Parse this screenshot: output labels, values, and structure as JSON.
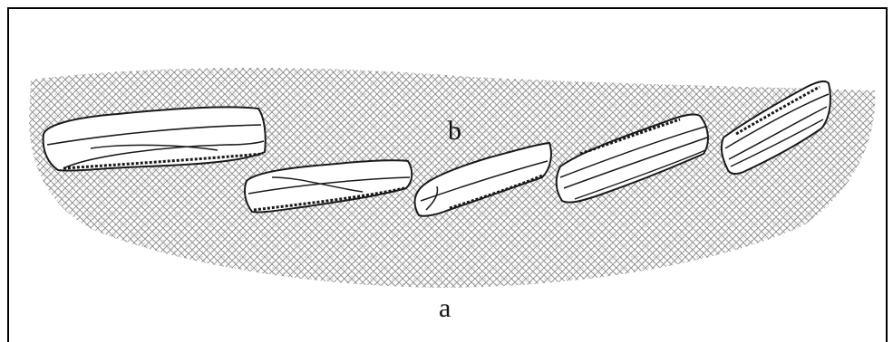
{
  "labels": {
    "b": "b",
    "a": "a"
  },
  "colors": {
    "ink": "#1a1a1a",
    "border": "#000000",
    "background": "#ffffff",
    "hatch": "#7a7a7a"
  },
  "elements": {
    "base_layer": "stippled-crosshatch-curved-band",
    "blocks": [
      "block-1",
      "block-2",
      "block-3",
      "block-4",
      "block-5"
    ]
  }
}
